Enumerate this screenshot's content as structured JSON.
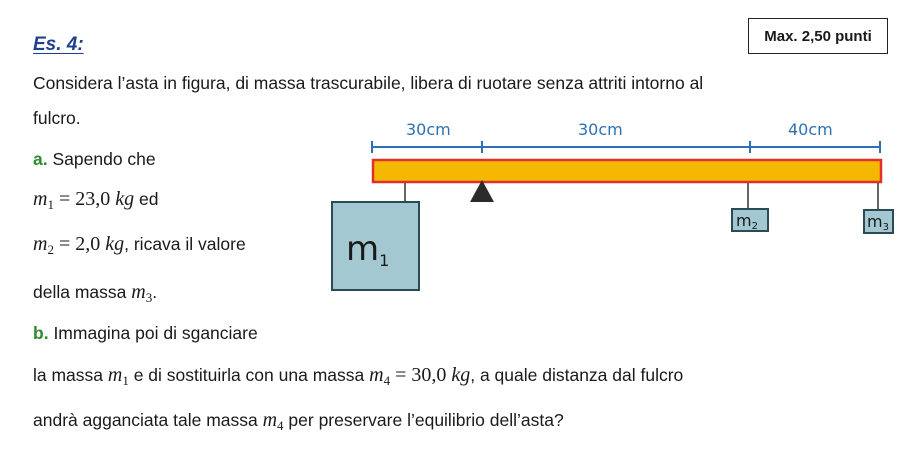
{
  "exercise": {
    "title": "Es. 4:",
    "points": "Max. 2,50 punti"
  },
  "intro": [
    "Considera l’asta in figura, di massa trascurabile, libera di ruotare senza attriti intorno al",
    "fulcro."
  ],
  "part_a": {
    "label": "a.",
    "text1": "Sapendo che",
    "m1_symbol": "m",
    "m1_sub": "1",
    "m1_eq": " = 23,0 ",
    "m1_unit": "kg",
    "m1_after": " ed",
    "m2_symbol": "m",
    "m2_sub": "2",
    "m2_eq": " = 2,0 ",
    "m2_unit": "kg",
    "m2_after": ", ricava il valore",
    "text3_before": "della massa ",
    "m3_symbol": "m",
    "m3_sub": "3",
    "text3_after": "."
  },
  "part_b": {
    "label": "b.",
    "text1": "Immagina poi di sganciare",
    "line2_before": "la massa ",
    "m1_symbol": "m",
    "m1_sub": "1",
    "line2_mid": " e di sostituirla con una massa ",
    "m4_symbol": "m",
    "m4_sub": "4",
    "m4_eq": " = 30,0 ",
    "m4_unit": "kg",
    "line2_after": ", a quale distanza dal fulcro",
    "line3_before": "andrà agganciata tale massa ",
    "m4b_symbol": "m",
    "m4b_sub": "4",
    "line3_after": " per preservare l’equilibrio dell’asta?"
  },
  "figure": {
    "dim_left": "30cm",
    "dim_mid": "30cm",
    "dim_right": "40cm",
    "mass1_sym": "m",
    "mass1_sub": "1",
    "mass2_sym": "m",
    "mass2_sub": "2",
    "mass3_sym": "m",
    "mass3_sub": "3",
    "colors": {
      "rod_fill": "#f5b800",
      "rod_border": "#e0302a",
      "mass_fill": "#a3c8d2",
      "mass_border": "#2a4a55",
      "dim_line": "#2f6fb5",
      "label_green": "#2e8b2e",
      "title_blue": "#1f3f8f"
    }
  }
}
